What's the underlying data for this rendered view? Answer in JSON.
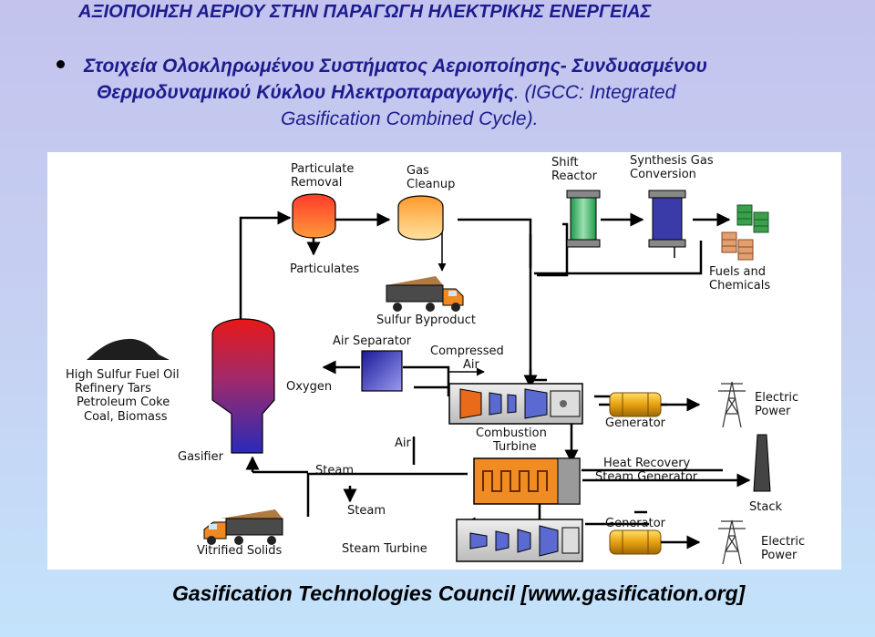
{
  "slide": {
    "title": "ΑΞΙΟΠΟΙΗΣΗ ΑΕΡΙΟΥ ΣΤΗΝ ΠΑΡΑΓΩΓΗ ΗΛΕΚΤΡΙΚΗΣ ΕΝΕΡΓΕΙΑΣ",
    "bullet": {
      "line1": "Στοιχεία Ολοκληρωμένου Συστήματος Αεριοποίησης- Συνδυασμένου",
      "line2_bold": "Θερμοδυναμικού Κύκλου Ηλεκτροπαραγωγής",
      "line2_rest": ". (IGCC: Integrated",
      "line3": "Gasification Combined Cycle)."
    },
    "footer": "Gasification Technologies Council [www.gasification.org]"
  },
  "diagram": {
    "labels": {
      "particulate_removal": [
        "Particulate",
        "Removal"
      ],
      "gas_cleanup": [
        "Gas",
        "Cleanup"
      ],
      "shift_reactor": [
        "Shift",
        "Reactor"
      ],
      "synthesis_gas_conversion": [
        "Synthesis Gas",
        "Conversion"
      ],
      "fuels_chemicals": [
        "Fuels and",
        "Chemicals"
      ],
      "particulates": "Particulates",
      "sulfur_byproduct": "Sulfur Byproduct",
      "air_separator": "Air Separator",
      "compressed_air": [
        "Compressed",
        "Air"
      ],
      "feedstock": [
        "High Sulfur Fuel Oil",
        "Refinery Tars",
        "Petroleum Coke",
        "Coal, Biomass"
      ],
      "oxygen": "Oxygen",
      "air": "Air",
      "combustion_turbine": [
        "Combustion",
        "Turbine"
      ],
      "generator_top": "Generator",
      "electric_power_top": [
        "Electric",
        "Power"
      ],
      "gasifier": "Gasifier",
      "steam_1": "Steam",
      "heat_recovery": [
        "Heat Recovery",
        "Steam Generator"
      ],
      "stack": "Stack",
      "steam_2": "Steam",
      "generator_bottom": "Generator",
      "vitrified_solids": "Vitrified Solids",
      "steam_turbine": "Steam Turbine",
      "electric_power_bottom": [
        "Electric",
        "Power"
      ]
    }
  }
}
